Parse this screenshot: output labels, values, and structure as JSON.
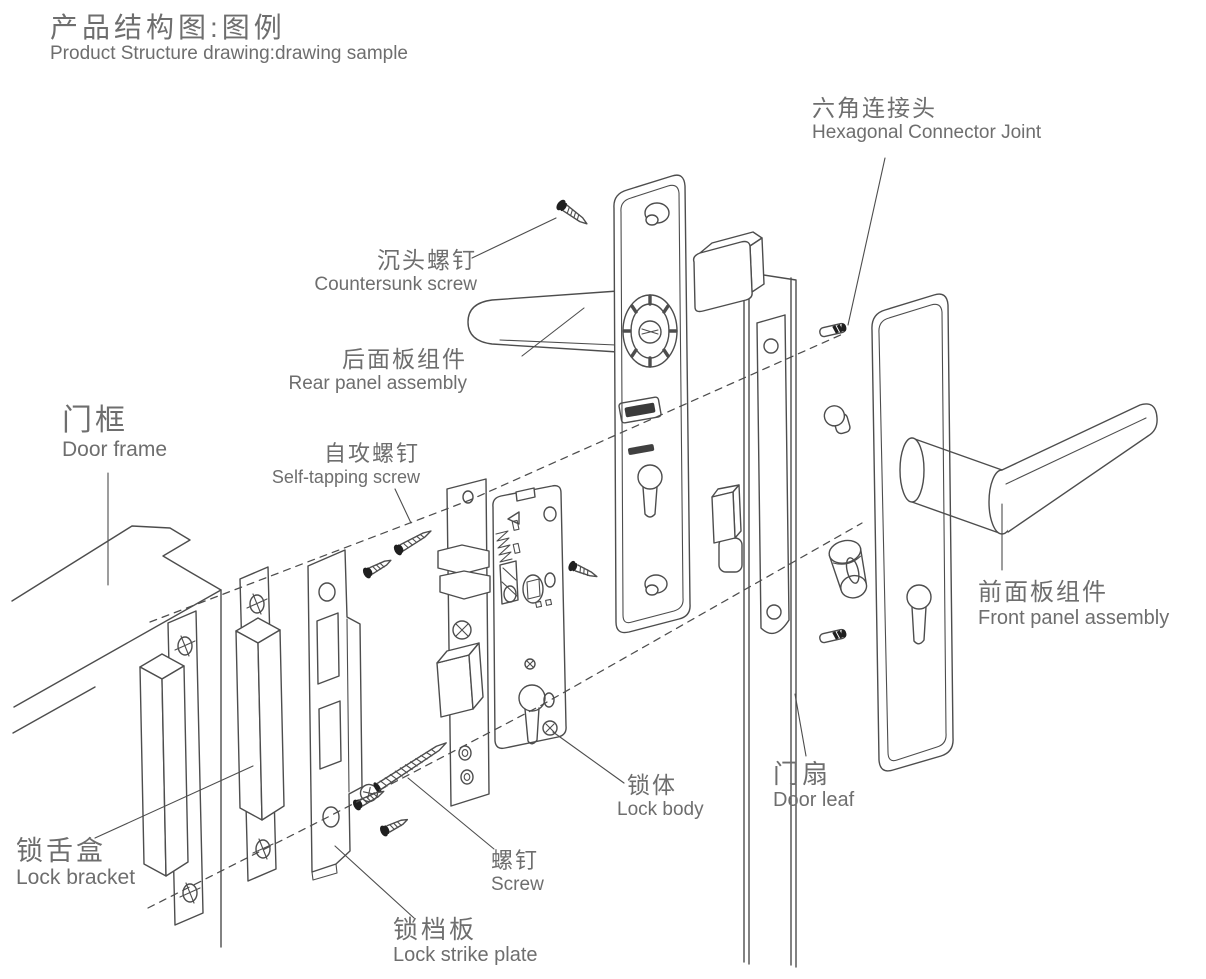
{
  "title": {
    "zh": "产品结构图:图例",
    "en": "Product Structure drawing:drawing sample"
  },
  "labels": {
    "hex_connector": {
      "zh": "六角连接头",
      "en": "Hexagonal Connector Joint"
    },
    "countersunk_screw": {
      "zh": "沉头螺钉",
      "en": "Countersunk screw"
    },
    "rear_panel": {
      "zh": "后面板组件",
      "en": "Rear panel assembly"
    },
    "door_frame": {
      "zh": "门框",
      "en": "Door frame"
    },
    "self_tapping_screw": {
      "zh": "自攻螺钉",
      "en": "Self-tapping screw"
    },
    "front_panel": {
      "zh": "前面板组件",
      "en": "Front panel assembly"
    },
    "lock_body": {
      "zh": "锁体",
      "en": "Lock body"
    },
    "door_leaf": {
      "zh": "门扇",
      "en": "Door leaf"
    },
    "lock_bracket": {
      "zh": "锁舌盒",
      "en": "Lock bracket"
    },
    "screw": {
      "zh": "螺钉",
      "en": "Screw"
    },
    "lock_strike_plate": {
      "zh": "锁档板",
      "en": "Lock strike plate"
    }
  },
  "colors": {
    "line": "#4d4d4d",
    "text": "#6e6e6e",
    "dark_fill": "#1f1f1f",
    "background": "#ffffff"
  }
}
